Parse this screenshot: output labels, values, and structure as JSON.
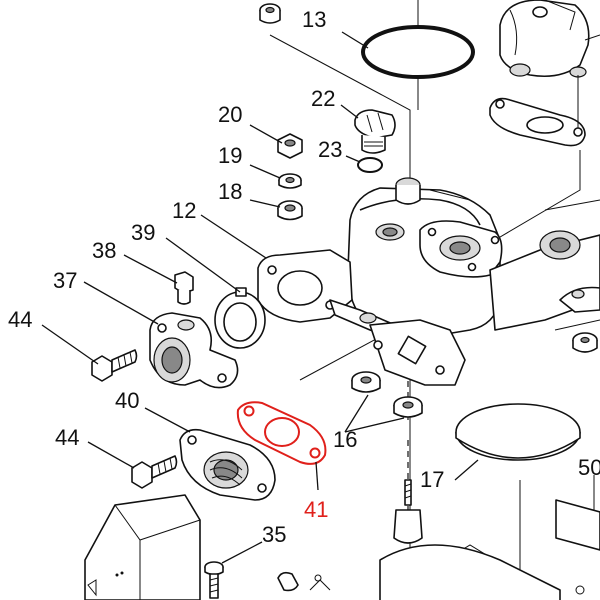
{
  "diagram": {
    "callouts": {
      "c13": "13",
      "c22": "22",
      "c20": "20",
      "c19": "19",
      "c23": "23",
      "c18": "18",
      "c12": "12",
      "c39": "39",
      "c38": "38",
      "c37": "37",
      "c44a": "44",
      "c40": "40",
      "c44b": "44",
      "c16": "16",
      "c17": "17",
      "c50": "50",
      "c35": "35",
      "c41": "41"
    },
    "highlight_color": "#e0201b"
  }
}
